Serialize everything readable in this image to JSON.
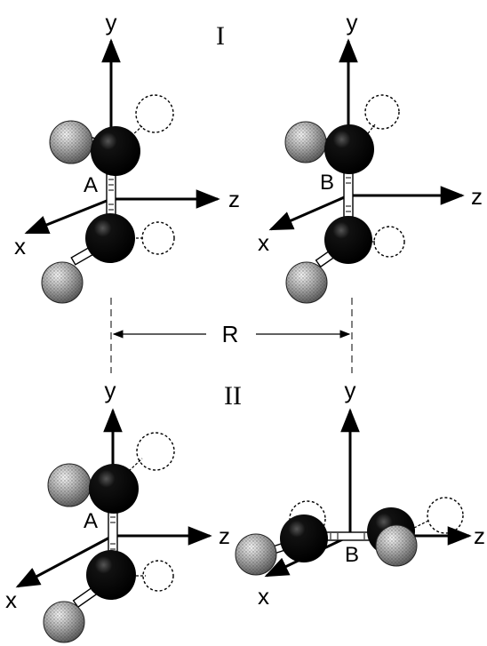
{
  "panels": [
    {
      "roman": "I",
      "molecule_a": {
        "label": "A",
        "axes": {
          "x": "x",
          "y": "y",
          "z": "z"
        }
      },
      "molecule_b": {
        "label": "B",
        "axes": {
          "x": "x",
          "y": "y",
          "z": "z"
        }
      }
    },
    {
      "roman": "II",
      "molecule_a": {
        "label": "A",
        "axes": {
          "x": "x",
          "y": "y",
          "z": "z"
        }
      },
      "molecule_b": {
        "label": "B",
        "axes": {
          "x": "x",
          "y": "y",
          "z": "z"
        }
      }
    }
  ],
  "separation": {
    "label": "R"
  },
  "colors": {
    "ink": "#000000",
    "carbon": "#0a0a0a",
    "hydrogen": "#9a9a9a",
    "lone_pair": "#000000"
  }
}
